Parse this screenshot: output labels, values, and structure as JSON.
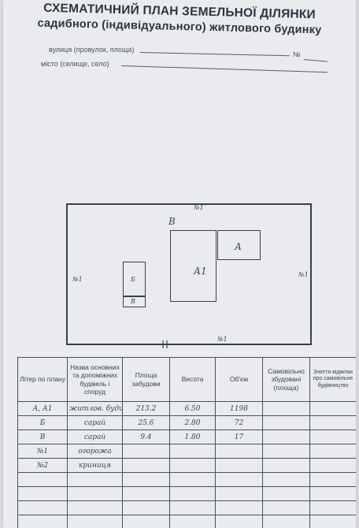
{
  "header": {
    "title_line1": "СХЕМАТИЧНИЙ ПЛАН ЗЕМЕЛЬНОЇ ДІЛЯНКИ",
    "title_line2": "садибного (індивідуального) житлового будинку",
    "street_label": "вулиця (провулок, площа)",
    "number_label": "№",
    "city_label": "місто (селище, село)"
  },
  "plan": {
    "mark_top": "№1",
    "mark_left": "№1",
    "mark_right": "№1",
    "mark_bottom": "№1",
    "mark_well": "В",
    "building_a1": "А1",
    "building_a": "А",
    "building_b": "Б",
    "building_v": "В"
  },
  "table": {
    "headers": [
      "Літер по плану",
      "Назва основних та допоміжних будівель і споруд",
      "Площа забудови",
      "Висота",
      "Об'єм",
      "Самовільно збудовані (площа)",
      "Зняття відмітки про самовільне будівництво"
    ],
    "rows": [
      [
        "А, А1",
        "житлов. будинок",
        "213.2",
        "6.50",
        "1198",
        "",
        ""
      ],
      [
        "Б",
        "сарай",
        "25.6",
        "2.80",
        "72",
        "",
        ""
      ],
      [
        "В",
        "сарай",
        "9.4",
        "1.80",
        "17",
        "",
        ""
      ],
      [
        "№1",
        "огорожа",
        "",
        "",
        "",
        "",
        ""
      ],
      [
        "№2",
        "криниця",
        "",
        "",
        "",
        "",
        ""
      ],
      [
        "",
        "",
        "",
        "",
        "",
        "",
        ""
      ],
      [
        "",
        "",
        "",
        "",
        "",
        "",
        ""
      ],
      [
        "",
        "",
        "",
        "",
        "",
        "",
        ""
      ],
      [
        "",
        "",
        "",
        "",
        "",
        "",
        ""
      ],
      [
        "",
        "",
        "",
        "",
        "",
        "",
        ""
      ]
    ]
  }
}
